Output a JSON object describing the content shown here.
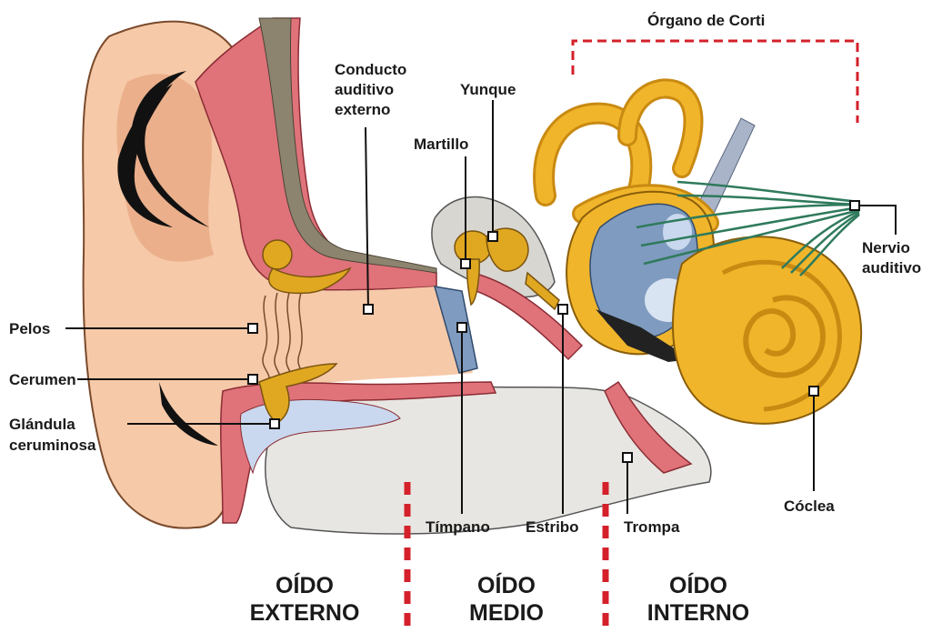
{
  "labels": {
    "organo_de_corti": "Órgano de Corti",
    "conducto_line1": "Conducto",
    "conducto_line2": "auditivo",
    "conducto_line3": "externo",
    "yunque": "Yunque",
    "martillo": "Martillo",
    "nervio_line1": "Nervio",
    "nervio_line2": "auditivo",
    "pelos": "Pelos",
    "cerumen": "Cerumen",
    "glandula_line1": "Glándula",
    "glandula_line2": "ceruminosa",
    "timpano": "Tímpano",
    "estribo": "Estribo",
    "trompa": "Trompa",
    "coclea": "Cóclea"
  },
  "regions": {
    "externo_line1": "OÍDO",
    "externo_line2": "EXTERNO",
    "medio_line1": "OÍDO",
    "medio_line2": "MEDIO",
    "interno_line1": "OÍDO",
    "interno_line2": "INTERNO"
  },
  "colors": {
    "skin": "#f6c9a8",
    "skin_dark": "#e9a983",
    "tissue_red": "#e0727a",
    "bone_grey": "#d8d6d0",
    "cochlea_gold": "#f0b52a",
    "cochlea_dark": "#c98a12",
    "canal_blue": "#c9d8ee",
    "nerve_green": "#2f7a5c",
    "vestibule_blue": "#7f9bbf",
    "divider_red": "#d4202a"
  }
}
